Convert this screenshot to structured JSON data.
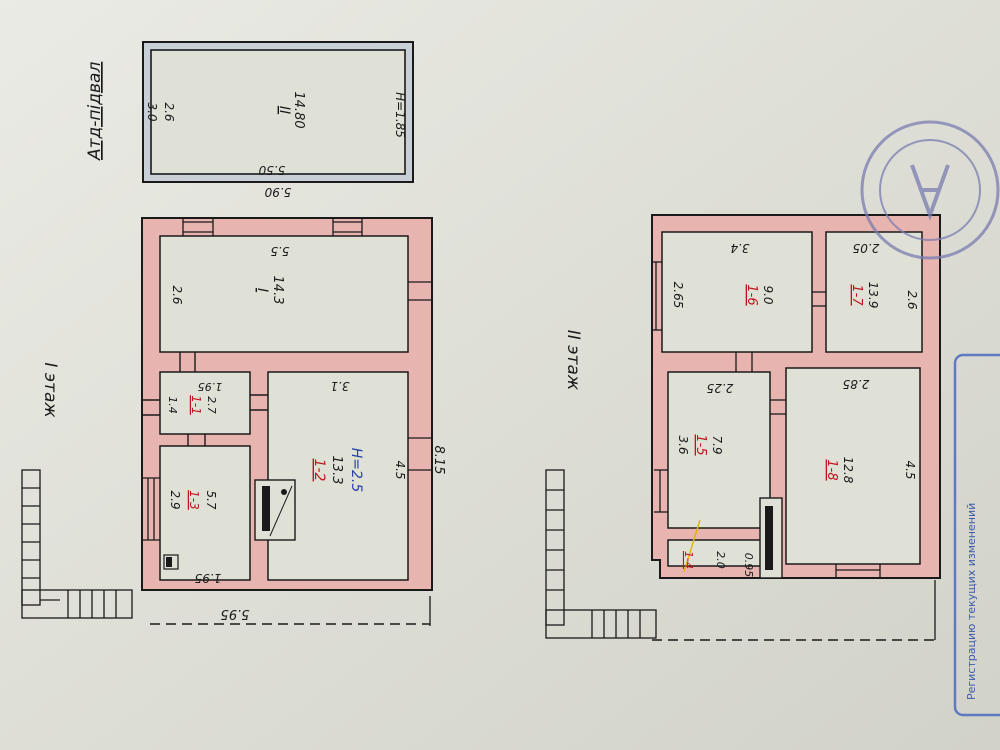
{
  "basement": {
    "title": "Атд-підвал",
    "room_no": "II",
    "area": "14.80",
    "width_label": "3.0",
    "inner_width": "2.6",
    "length_inner": "5.50",
    "length_outer": "5.90",
    "height": "H=1.85"
  },
  "floor1": {
    "title": "I этаж",
    "overall_length": "8.15",
    "overall_width": "5.95",
    "rooms": [
      {
        "code": "I",
        "area": "14.3",
        "dim_a": "5.5",
        "dim_b": "2.6"
      },
      {
        "code": "1-1",
        "area": "2.7",
        "dim_a": "1.95",
        "dim_b": "1.4"
      },
      {
        "code": "1-2",
        "area": "13.3",
        "dim_a": "3.1",
        "dim_b": "4.5",
        "height": "H=2.5"
      },
      {
        "code": "1-3",
        "area": "5.7",
        "dim_a": "1.95",
        "dim_b": "2.9"
      }
    ]
  },
  "floor2": {
    "title": "II этаж",
    "rooms": [
      {
        "code": "1-6",
        "area": "9.0",
        "dim_a": "3.4",
        "dim_b": "2.65"
      },
      {
        "code": "1-7",
        "area": "13.9",
        "dim_a": "2.05",
        "dim_b": "2.6"
      },
      {
        "code": "1-5",
        "area": "7.9",
        "dim_a": "2.25",
        "dim_b": "3.6"
      },
      {
        "code": "1-8",
        "area": "12.8",
        "dim_a": "2.85",
        "dim_b": "4.5"
      },
      {
        "code": "1-4",
        "area": "2.0",
        "dim_b": "0.95"
      }
    ]
  },
  "registry_stamp": {
    "line1": "Регистрацию текущих изменений"
  },
  "colors": {
    "wall_fill": "#e8b4b0",
    "ink": "#1a1a1a",
    "red_ink": "#c0141c",
    "blue_ink": "#2a3fb0",
    "stamp": "#6b6fa8"
  }
}
